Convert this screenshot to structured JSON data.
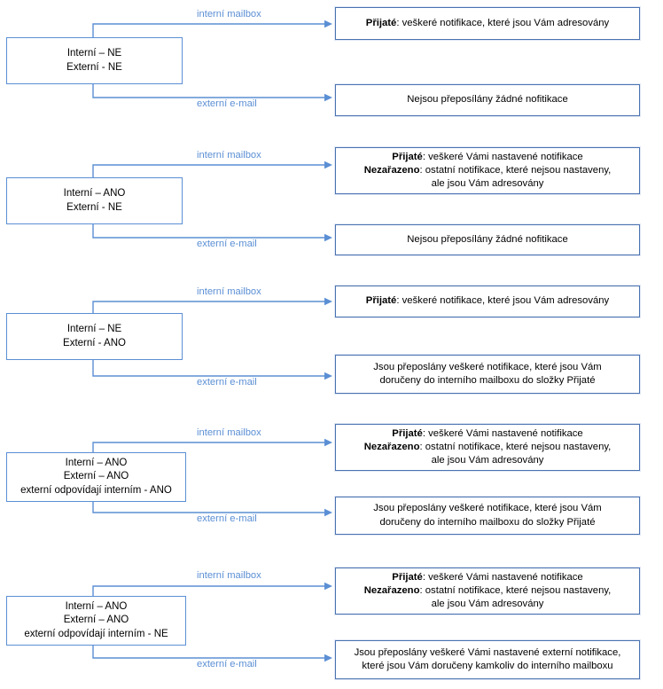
{
  "diagram": {
    "type": "flow-diagram",
    "language": "cs",
    "accent_color": "#5B8FD4",
    "box_border_color": "#4A72B0",
    "text_color": "#000000",
    "edge_labels": {
      "top": "interní mailbox",
      "bottom": "externí e-mail"
    },
    "groups": [
      {
        "id": "group-1",
        "condition": {
          "lines": [
            "Interní – NE",
            "Externí - NE"
          ]
        },
        "top_result": {
          "lines": [
            {
              "bold": "Přijaté",
              "rest": ": veškeré notifikace, které jsou Vám adresovány"
            }
          ]
        },
        "bottom_result": {
          "lines": [
            {
              "bold": "",
              "rest": "Nejsou přeposílány žádné nofitikace"
            }
          ]
        }
      },
      {
        "id": "group-2",
        "condition": {
          "lines": [
            "Interní – ANO",
            "Externí - NE"
          ]
        },
        "top_result": {
          "lines": [
            {
              "bold": "Přijaté",
              "rest": ": veškeré Vámi nastavené notifikace"
            },
            {
              "bold": "Nezařazeno",
              "rest": ": ostatní notifikace, které nejsou nastaveny,"
            },
            {
              "bold": "",
              "rest": "ale jsou Vám adresovány"
            }
          ]
        },
        "bottom_result": {
          "lines": [
            {
              "bold": "",
              "rest": "Nejsou přeposílány žádné nofitikace"
            }
          ]
        }
      },
      {
        "id": "group-3",
        "condition": {
          "lines": [
            "Interní – NE",
            "Externí - ANO"
          ]
        },
        "top_result": {
          "lines": [
            {
              "bold": "Přijaté",
              "rest": ": veškeré notifikace, které jsou Vám adresovány"
            }
          ]
        },
        "bottom_result": {
          "lines": [
            {
              "bold": "",
              "rest": "Jsou přeposlány veškeré notifikace, které jsou Vám"
            },
            {
              "bold": "",
              "rest": "doručeny do interního mailboxu do složky Přijaté"
            }
          ]
        }
      },
      {
        "id": "group-4",
        "condition": {
          "lines": [
            "Interní – ANO",
            "Externí – ANO",
            "externí odpovídají interním - ANO"
          ]
        },
        "top_result": {
          "lines": [
            {
              "bold": "Přijaté",
              "rest": ": veškeré Vámi nastavené notifikace"
            },
            {
              "bold": "Nezařazeno",
              "rest": ": ostatní notifikace, které nejsou nastaveny,"
            },
            {
              "bold": "",
              "rest": "ale jsou Vám adresovány"
            }
          ]
        },
        "bottom_result": {
          "lines": [
            {
              "bold": "",
              "rest": "Jsou přeposlány veškeré notifikace, které jsou Vám"
            },
            {
              "bold": "",
              "rest": "doručeny do interního mailboxu do složky Přijaté"
            }
          ]
        }
      },
      {
        "id": "group-5",
        "condition": {
          "lines": [
            "Interní – ANO",
            "Externí – ANO",
            "externí odpovídají interním - NE"
          ]
        },
        "top_result": {
          "lines": [
            {
              "bold": "Přijaté",
              "rest": ": veškeré Vámi nastavené notifikace"
            },
            {
              "bold": "Nezařazeno",
              "rest": ": ostatní notifikace, které nejsou nastaveny,"
            },
            {
              "bold": "",
              "rest": "ale jsou Vám adresovány"
            }
          ]
        },
        "bottom_result": {
          "lines": [
            {
              "bold": "",
              "rest": "Jsou přeposlány veškeré Vámi nastavené externí notifikace,"
            },
            {
              "bold": "",
              "rest": "které jsou Vám doručeny kamkoliv do interního mailboxu"
            }
          ]
        }
      }
    ]
  }
}
